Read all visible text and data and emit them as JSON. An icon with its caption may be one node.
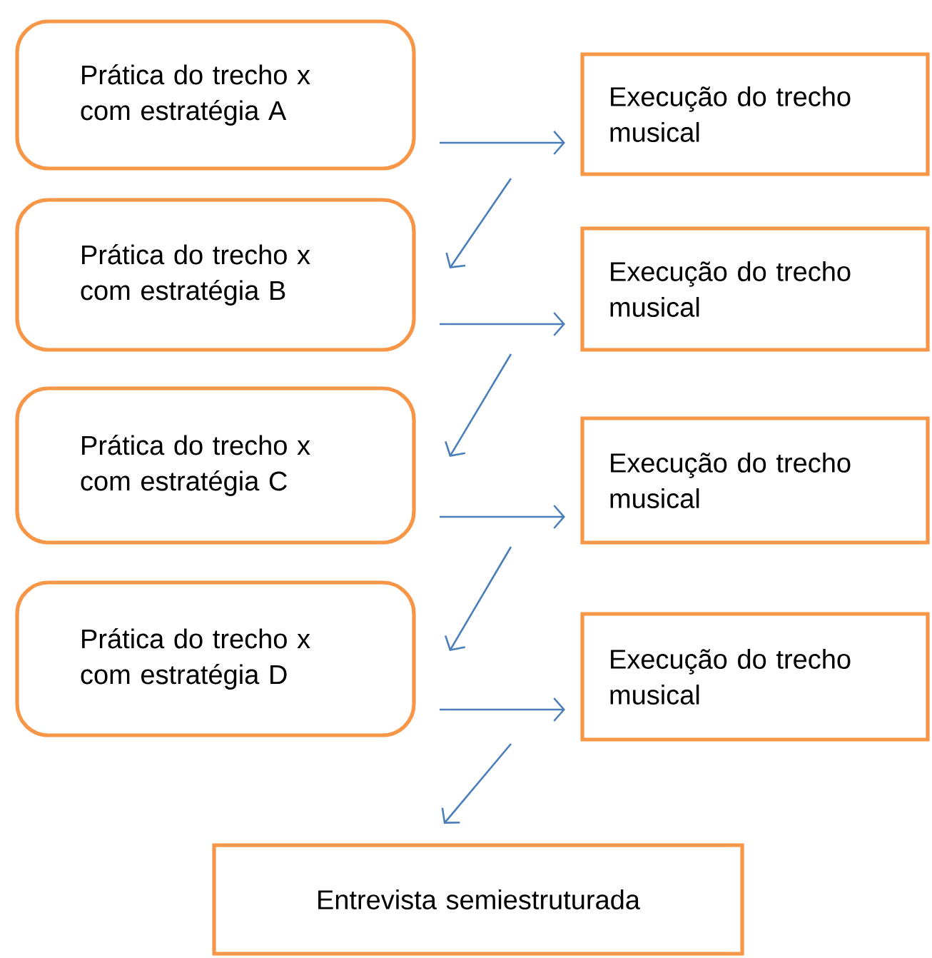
{
  "diagram": {
    "nodes": [
      {
        "text": [
          "Prática do trecho x com estratégia A"
        ]
      },
      {
        "text": [
          "Execução do trecho musical"
        ]
      },
      {
        "text": [
          "Prática do trecho x com estratégia B"
        ]
      },
      {
        "text": [
          "Execução do trecho musical"
        ]
      },
      {
        "text": [
          "Prática do trecho x com estratégia C"
        ]
      },
      {
        "text": [
          "Execução do trecho musical"
        ]
      },
      {
        "text": [
          "Prática do trecho x com estratégia D"
        ]
      },
      {
        "text": [
          "Execução do trecho musical"
        ]
      },
      {
        "text": [
          "Entrevista semiestruturada"
        ]
      }
    ],
    "edges": [
      {
        "from": 0,
        "to": 1,
        "arrow": "to"
      },
      {
        "from": 1,
        "to": 2,
        "arrow": "to"
      },
      {
        "from": 2,
        "to": 3,
        "arrow": "to"
      },
      {
        "from": 3,
        "to": 4,
        "arrow": "to"
      },
      {
        "from": 4,
        "to": 5,
        "arrow": "to"
      },
      {
        "from": 5,
        "to": 6,
        "arrow": "to"
      },
      {
        "from": 6,
        "to": 7,
        "arrow": "to"
      },
      {
        "from": 7,
        "to": 8,
        "arrow": "to"
      }
    ]
  }
}
